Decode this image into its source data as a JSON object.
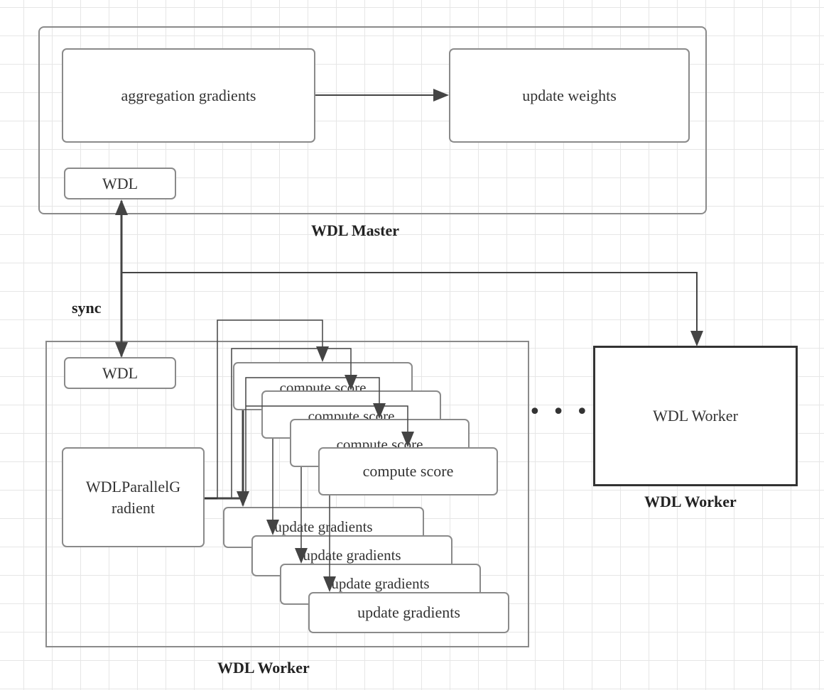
{
  "master": {
    "caption": "WDL Master",
    "aggregation": "aggregation gradients",
    "update_weights": "update weights",
    "wdl": "WDL"
  },
  "sync_label": "sync",
  "worker": {
    "caption": "WDL Worker",
    "wdl": "WDL",
    "parallel": "WDLParallelG radient",
    "compute": [
      "compute score",
      "compute score",
      "compute score",
      "compute score"
    ],
    "update": [
      "update gradients",
      "update gradients",
      "update gradients",
      "update gradients"
    ]
  },
  "ellipsis": "• • •",
  "other_worker": {
    "label": "WDL Worker",
    "caption": "WDL Worker"
  }
}
